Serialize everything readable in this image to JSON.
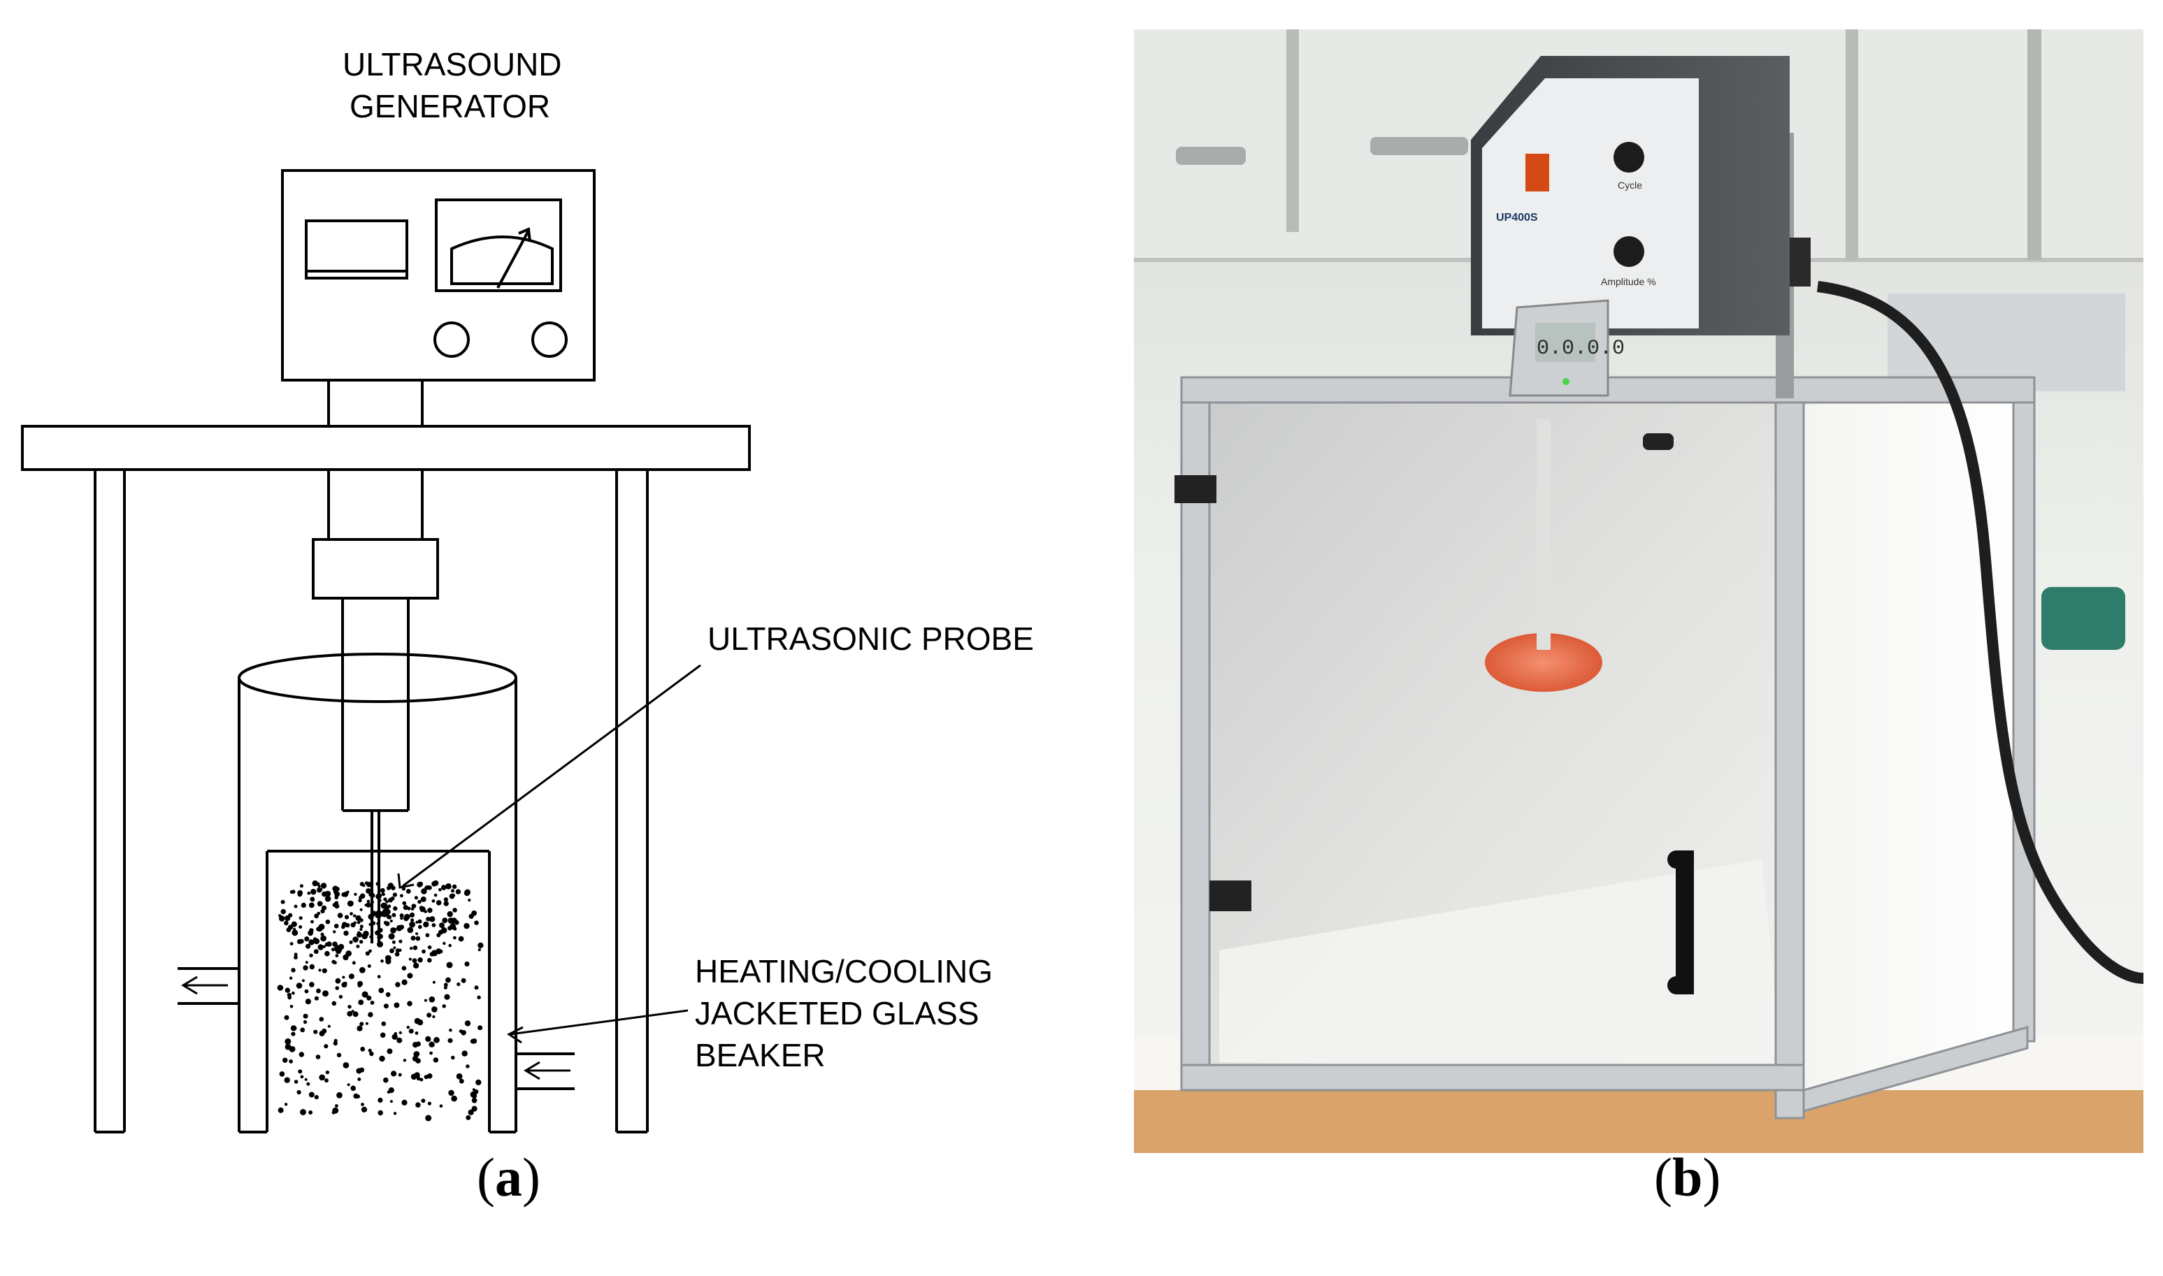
{
  "panel_a": {
    "title_line1": "ULTRASOUND",
    "title_line2": "GENERATOR",
    "probe_label": "ULTRASONIC PROBE",
    "jacket_label_line1": "HEATING/COOLING",
    "jacket_label_line2": "JACKETED GLASS",
    "jacket_label_line3": "BEAKER",
    "caption_open": "(",
    "caption_letter": "a",
    "caption_close": ")"
  },
  "panel_b": {
    "device_model": "UP400S",
    "knob_label_top": "Cycle",
    "knob_label_bottom": "Amplitude %",
    "display_reading": "0.0.0.0",
    "caption_open": "(",
    "caption_letter": "b",
    "caption_close": ")"
  },
  "colors": {
    "line": "#000000",
    "liquid": "#e8603a",
    "frame": "#c9ccce",
    "background_wall": "#e8e8e4"
  }
}
